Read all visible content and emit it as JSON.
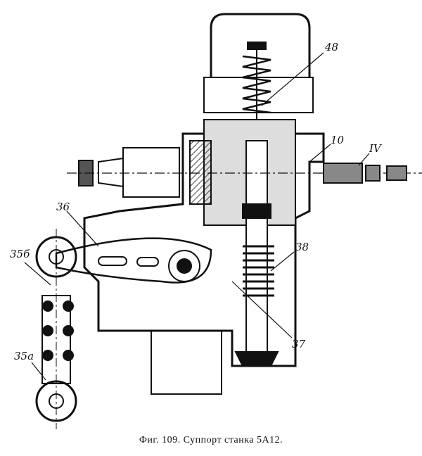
{
  "figure": {
    "caption": "Фиг. 109. Суппорт станка 5А12.",
    "labels": {
      "l48": "48",
      "l10": "10",
      "lIV": "IV",
      "l36": "36",
      "l35b": "35б",
      "l38": "38",
      "l37": "37",
      "l35a": "35а"
    }
  }
}
